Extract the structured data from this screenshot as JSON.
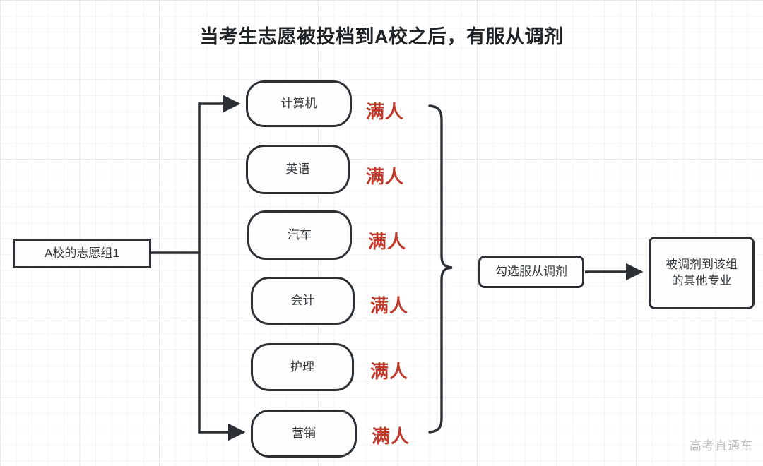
{
  "title": "当考生志愿被投档到A校之后，有服从调剂",
  "colors": {
    "stroke": "#2c3034",
    "text": "#32373b",
    "status_red": "#c0392b",
    "watermark": "#b9bcbf",
    "grid": "#ececec",
    "background": "#ffffff"
  },
  "source": {
    "label": "A校的志愿组1"
  },
  "majors": [
    {
      "label": "计算机",
      "status": "满人"
    },
    {
      "label": "英语",
      "status": "满人"
    },
    {
      "label": "汽车",
      "status": "满人"
    },
    {
      "label": "会计",
      "status": "满人"
    },
    {
      "label": "护理",
      "status": "满人"
    },
    {
      "label": "营销",
      "status": "满人"
    }
  ],
  "brace": {
    "name": "right-curly-brace"
  },
  "decision": {
    "label": "勾选服从调剂"
  },
  "outcome": {
    "line1": "被调剂到该组",
    "line2": "的其他专业"
  },
  "watermark": "高考直通车"
}
